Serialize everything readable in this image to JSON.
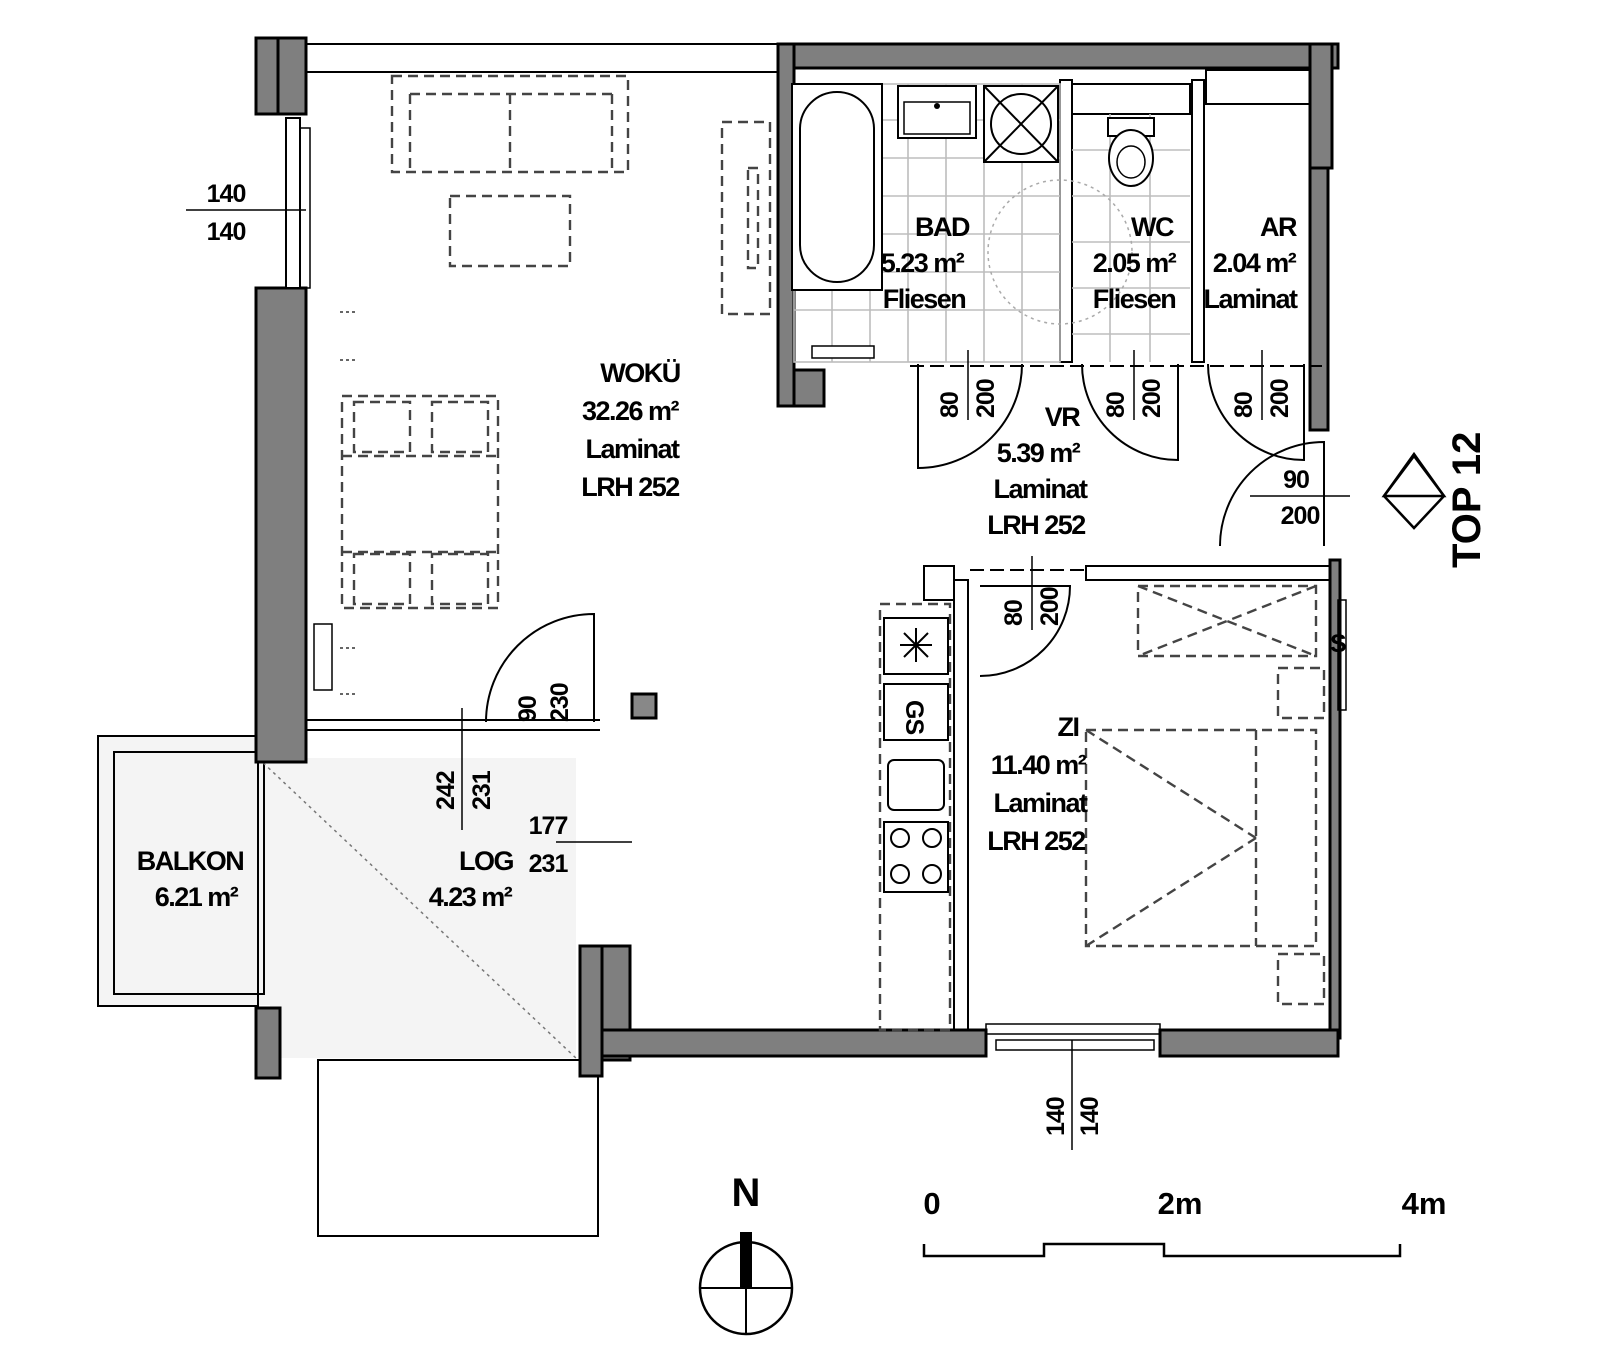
{
  "unit_label": "TOP 12",
  "north_label": "N",
  "rooms": {
    "woku": {
      "name": "WOKÜ",
      "area": "32.26 m²",
      "floor": "Laminat",
      "height": "LRH 252"
    },
    "bad": {
      "name": "BAD",
      "area": "5.23 m²",
      "floor": "Fliesen"
    },
    "wc": {
      "name": "WC",
      "area": "2.05 m²",
      "floor": "Fliesen"
    },
    "ar": {
      "name": "AR",
      "area": "2.04 m²",
      "floor": "Laminat"
    },
    "vr": {
      "name": "VR",
      "area": "5.39 m²",
      "floor": "Laminat",
      "height": "LRH 252"
    },
    "zi": {
      "name": "ZI",
      "area": "11.40 m²",
      "floor": "Laminat",
      "height": "LRH 252"
    },
    "log": {
      "name": "LOG",
      "area": "4.23 m²"
    },
    "balkon": {
      "name": "BALKON",
      "area": "6.21 m²"
    }
  },
  "dimensions": {
    "window_west": {
      "top": "140",
      "bottom": "140"
    },
    "window_south": {
      "a": "140",
      "b": "140"
    },
    "door_bad": {
      "w": "80",
      "h": "200"
    },
    "door_wc": {
      "w": "80",
      "h": "200"
    },
    "door_ar": {
      "w": "80",
      "h": "200"
    },
    "door_entry": {
      "w": "90",
      "h": "200"
    },
    "door_zi": {
      "w": "80",
      "h": "200"
    },
    "door_log": {
      "w": "90",
      "h": "230"
    },
    "log_opening": {
      "a": "242",
      "b": "231"
    },
    "log_window": {
      "top": "177",
      "bottom": "231"
    }
  },
  "appliances": {
    "dishwasher": "GS",
    "cabinet_partial": "S"
  },
  "scale_bar": {
    "labels": [
      "0",
      "2m",
      "4m"
    ]
  }
}
